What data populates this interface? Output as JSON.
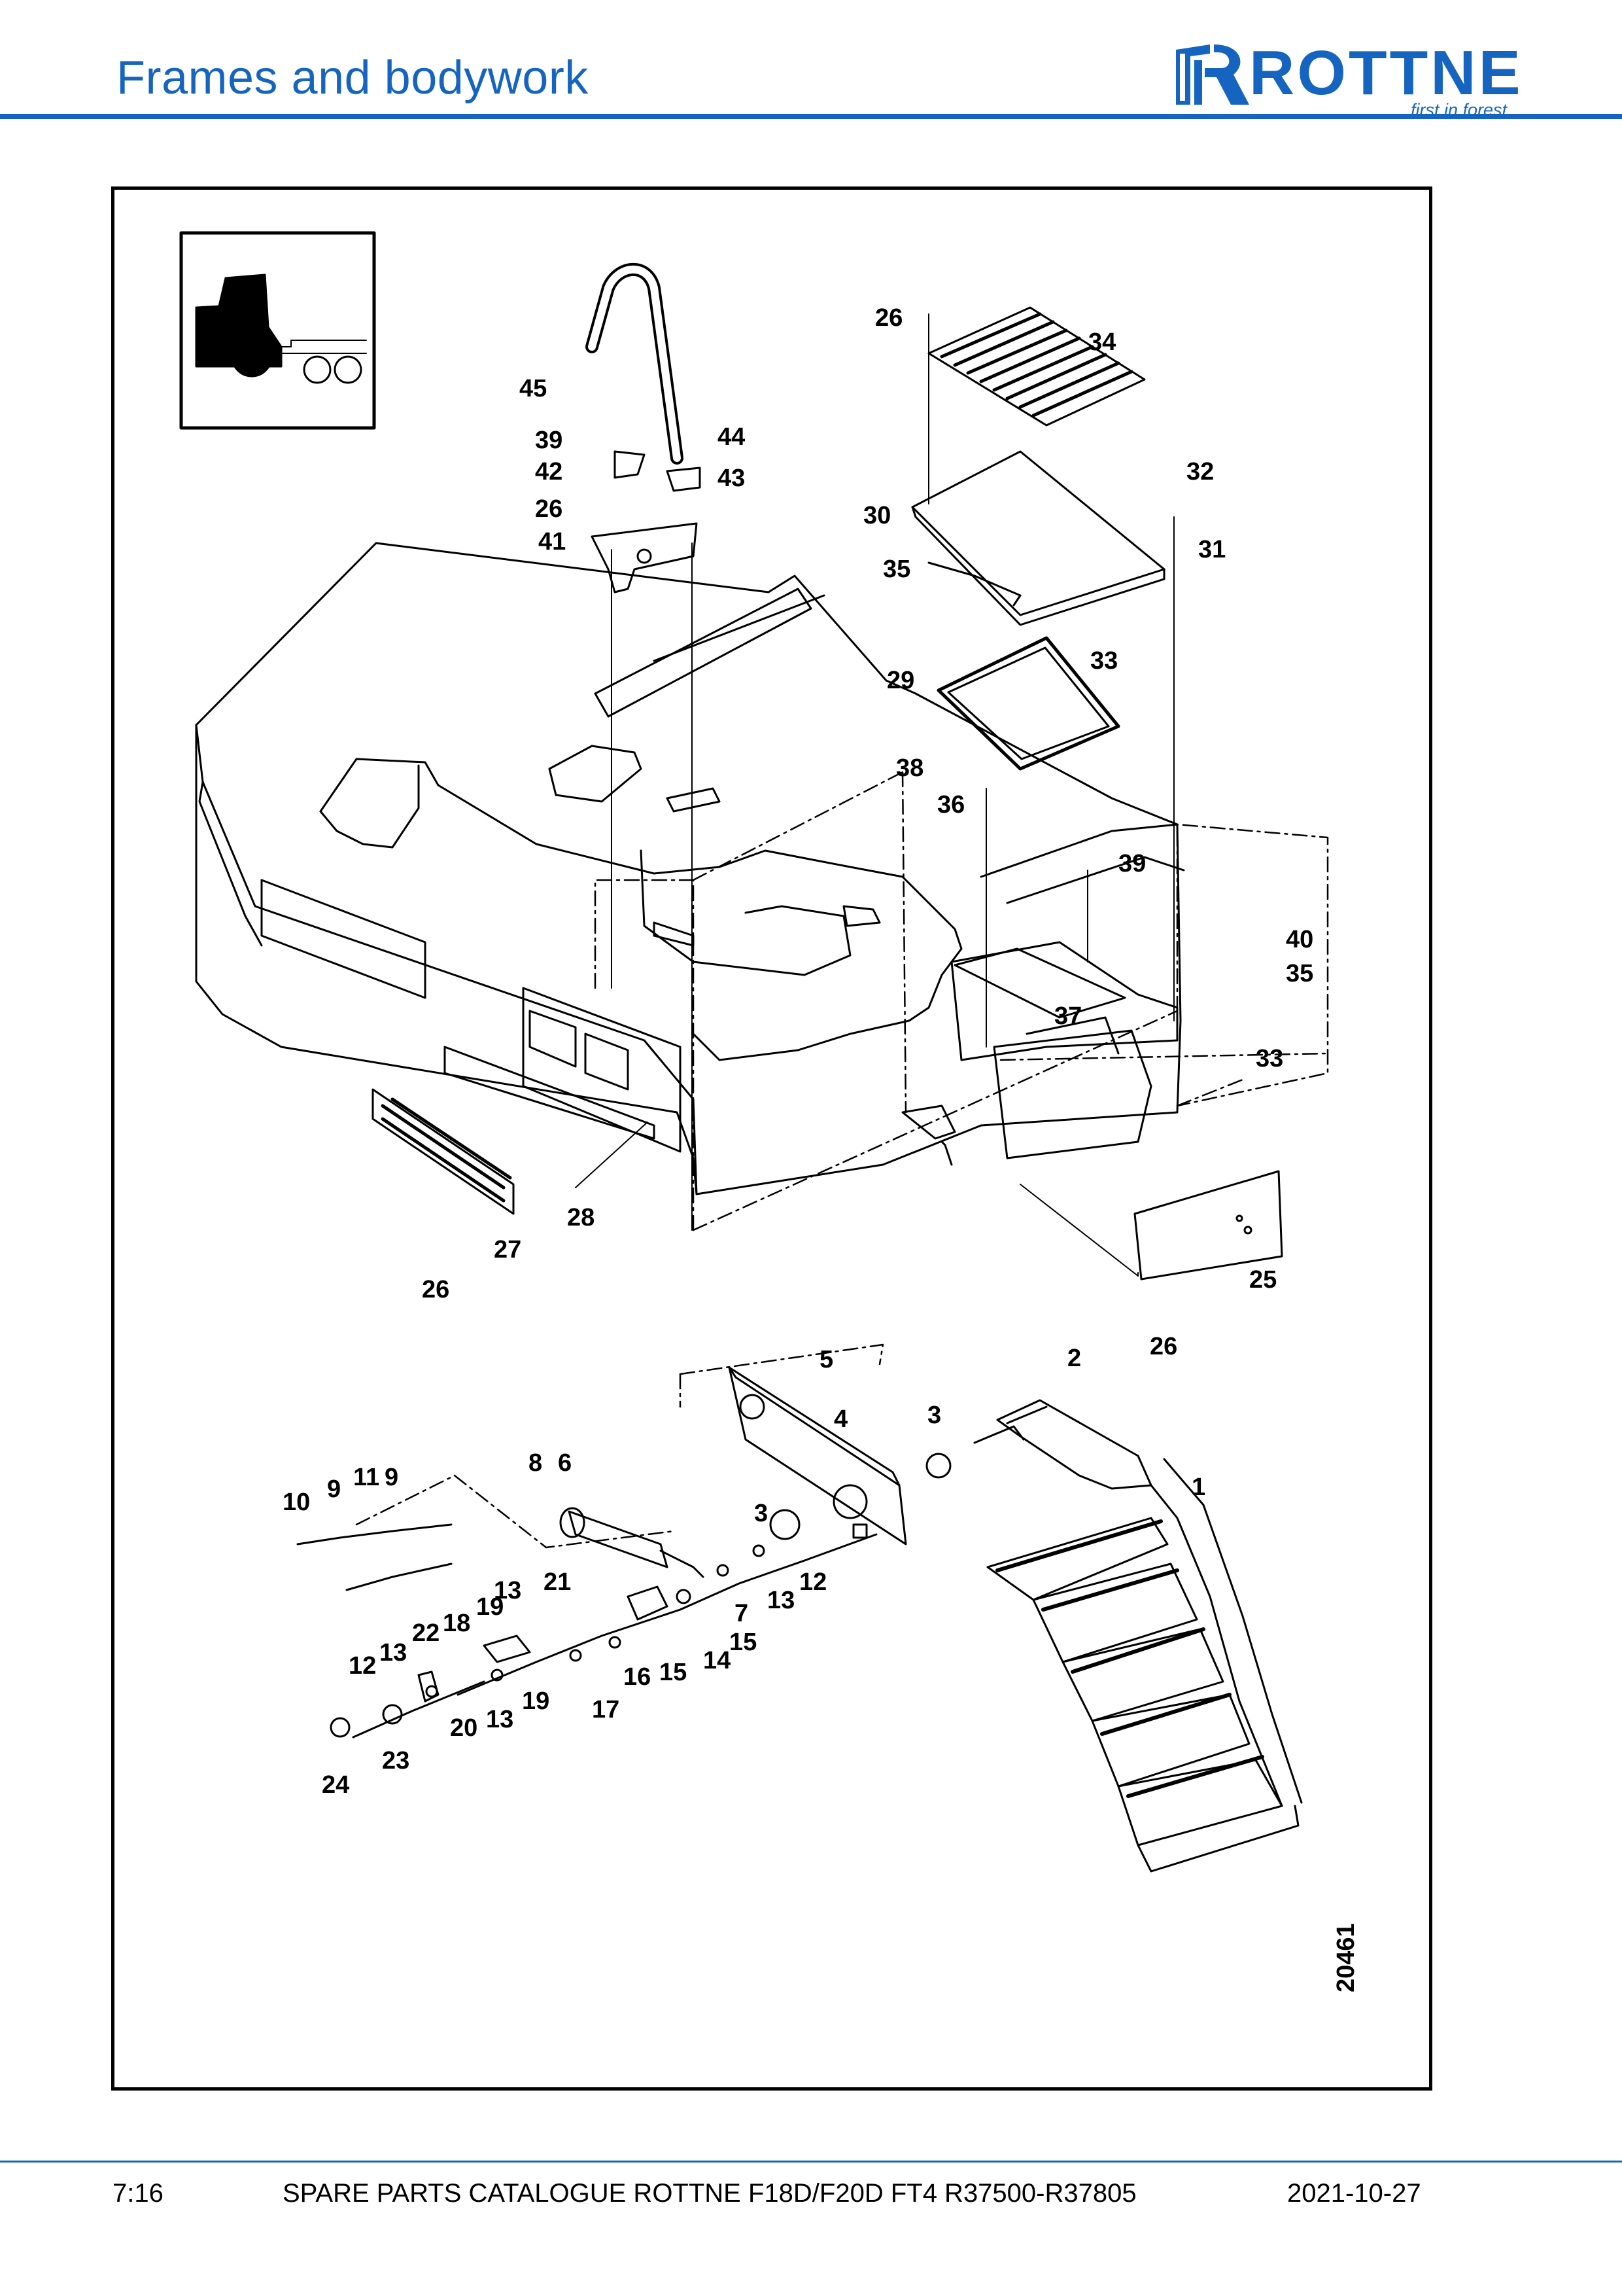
{
  "header": {
    "title": "Frames and bodywork"
  },
  "brand": {
    "name": "ROTTNE",
    "tagline": "first in forest",
    "color": "#1565c0"
  },
  "figure": {
    "number": "20461",
    "callouts": [
      "1",
      "2",
      "3",
      "3",
      "4",
      "5",
      "6",
      "7",
      "8",
      "9",
      "9",
      "10",
      "11",
      "12",
      "12",
      "13",
      "13",
      "13",
      "13",
      "14",
      "15",
      "15",
      "16",
      "17",
      "18",
      "19",
      "19",
      "20",
      "21",
      "22",
      "23",
      "24",
      "25",
      "26",
      "26",
      "26",
      "26",
      "26",
      "27",
      "28",
      "29",
      "30",
      "31",
      "32",
      "33",
      "33",
      "34",
      "35",
      "35",
      "36",
      "37",
      "38",
      "39",
      "39",
      "40",
      "41",
      "42",
      "43",
      "44",
      "45"
    ]
  },
  "footer": {
    "page": "7:16",
    "catalogue": "SPARE PARTS CATALOGUE ROTTNE F18D/F20D FT4 R37500-R37805",
    "date": "2021-10-27"
  }
}
